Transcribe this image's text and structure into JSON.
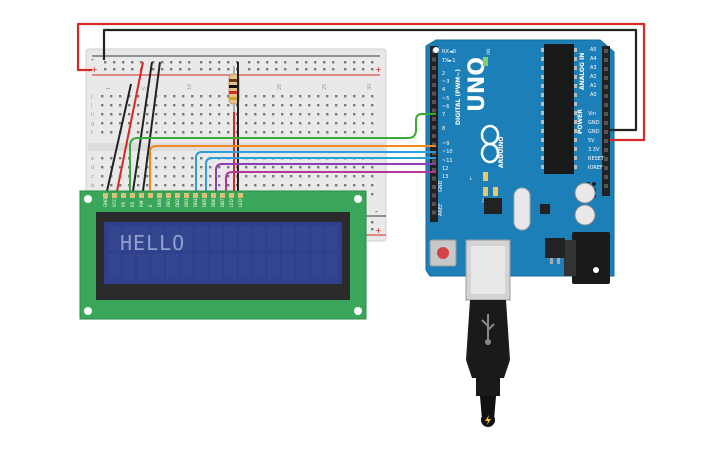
{
  "lcd": {
    "display_text": "HELLO",
    "pin_labels": [
      "GND",
      "VCC",
      "V0",
      "RS",
      "RW",
      "E",
      "DB0",
      "DB1",
      "DB2",
      "DB3",
      "DB4",
      "DB5",
      "DB6",
      "DB7",
      "LED",
      "LED"
    ]
  },
  "breadboard": {
    "rail_plus": "+",
    "rail_minus": "-",
    "row_letters_top": [
      "j",
      "i",
      "h",
      "g",
      "f"
    ],
    "row_letters_bottom": [
      "e",
      "d",
      "c",
      "b",
      "a"
    ],
    "column_numbers": [
      "1",
      "5",
      "10",
      "15",
      "20",
      "25",
      "30"
    ]
  },
  "arduino": {
    "model": "UNO",
    "brand": "ARDUINO",
    "digital_header_label": "DIGITAL (PWM~)",
    "digital_pins": [
      "AREF",
      "GND",
      "13",
      "12",
      "~11",
      "~10",
      "~9",
      "8",
      "7",
      "~6",
      "~5",
      "4",
      "~3",
      "2",
      "TX►1",
      "RX◄0"
    ],
    "power_header_label": "POWER",
    "power_pins": [
      "IOREF",
      "RESET",
      "3.3V",
      "5V",
      "GND",
      "GND",
      "Vin"
    ],
    "analog_header_label": "ANALOG IN",
    "analog_pins": [
      "A0",
      "A1",
      "A2",
      "A3",
      "A4",
      "A5"
    ],
    "led_labels": [
      "L",
      "TX",
      "RX",
      "ON"
    ]
  },
  "wire_colors": {
    "black": "#222222",
    "red": "#d62828",
    "green": "#3aaa35",
    "orange": "#f08a1c",
    "blue": "#2b9fd9",
    "purple": "#8a3fb5",
    "magenta": "#b5369b"
  },
  "icons": [
    "power-plug-icon"
  ]
}
